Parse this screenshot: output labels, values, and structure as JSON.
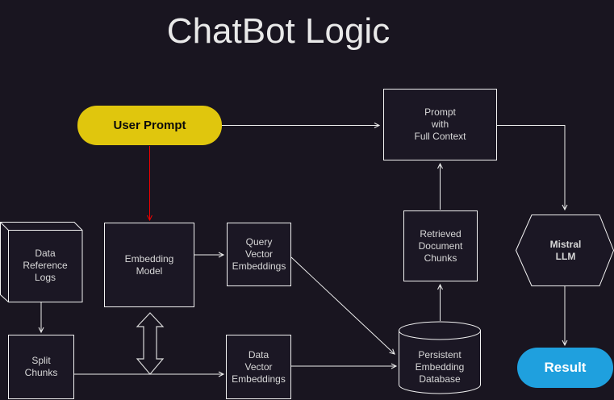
{
  "title": "ChatBot Logic",
  "nodes": {
    "user_prompt": {
      "label": "User Prompt",
      "shape": "rounded-pill",
      "fill": "#e0c60d",
      "text_color": "#000000"
    },
    "prompt_with_full_context": {
      "label": "Prompt\nwith\nFull Context",
      "shape": "rectangle"
    },
    "data_reference_logs": {
      "label": "Data\nReference\nLogs",
      "shape": "cube-3d"
    },
    "embedding_model": {
      "label": "Embedding\nModel",
      "shape": "rectangle"
    },
    "query_vector_embeddings": {
      "label": "Query\nVector\nEmbeddings",
      "shape": "rectangle"
    },
    "retrieved_document_chunks": {
      "label": "Retrieved\nDocument\nChunks",
      "shape": "rectangle"
    },
    "mistral_llm": {
      "label": "Mistral\nLLM",
      "shape": "hexagon"
    },
    "split_chunks": {
      "label": "Split\nChunks",
      "shape": "rectangle"
    },
    "data_vector_embeddings": {
      "label": "Data\nVector\nEmbeddings",
      "shape": "rectangle"
    },
    "persistent_embedding_database": {
      "label": "Persistent\nEmbedding\nDatabase",
      "shape": "database-cylinder"
    },
    "result": {
      "label": "Result",
      "shape": "rounded-pill",
      "fill": "#1fa0de",
      "text_color": "#ffffff"
    }
  },
  "edges": [
    {
      "from": "user_prompt",
      "to": "prompt_with_full_context",
      "arrow": "open",
      "color": "#ededed"
    },
    {
      "from": "user_prompt",
      "to": "embedding_model",
      "arrow": "open",
      "color": "#ee0000"
    },
    {
      "from": "prompt_with_full_context",
      "to": "mistral_llm",
      "arrow": "open",
      "color": "#ededed"
    },
    {
      "from": "retrieved_document_chunks",
      "to": "prompt_with_full_context",
      "arrow": "open",
      "color": "#ededed"
    },
    {
      "from": "persistent_embedding_database",
      "to": "retrieved_document_chunks",
      "arrow": "open",
      "color": "#ededed"
    },
    {
      "from": "embedding_model",
      "to": "query_vector_embeddings",
      "arrow": "open",
      "color": "#ededed"
    },
    {
      "from": "query_vector_embeddings",
      "to": "persistent_embedding_database",
      "arrow": "open",
      "color": "#ededed"
    },
    {
      "from": "data_reference_logs",
      "to": "split_chunks",
      "arrow": "open",
      "color": "#ededed"
    },
    {
      "from": "split_chunks",
      "to": "data_vector_embeddings",
      "arrow": "open",
      "color": "#ededed"
    },
    {
      "from": "data_vector_embeddings",
      "to": "persistent_embedding_database",
      "arrow": "open",
      "color": "#ededed"
    },
    {
      "from": "embedding_model",
      "to": "split_chunks",
      "arrow": "double-block-arrow",
      "color": "#ededed"
    },
    {
      "from": "mistral_llm",
      "to": "result",
      "arrow": "open",
      "color": "#ededed"
    }
  ],
  "colors": {
    "background": "#191520",
    "node_fill": "#1b1724",
    "node_stroke": "#f2f2f2",
    "node_text": "#d8d8d8",
    "title_text": "#e9e9e9",
    "edge": "#ededed",
    "red_edge": "#ee0000",
    "user_prompt_fill": "#e0c60d",
    "result_fill": "#1fa0de"
  }
}
